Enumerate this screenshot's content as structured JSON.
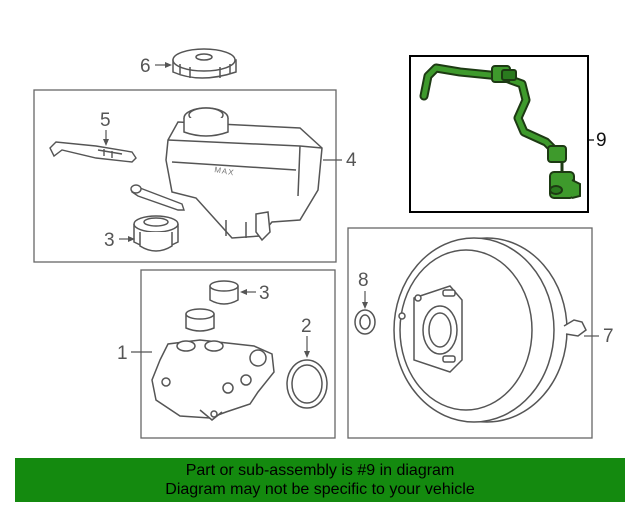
{
  "callouts": {
    "c1": "1",
    "c2": "2",
    "c3a": "3",
    "c3b": "3",
    "c4": "4",
    "c5": "5",
    "c6": "6",
    "c7": "7",
    "c8": "8",
    "c9": "9"
  },
  "labels": {
    "reservoir_stamp": "MAX"
  },
  "banner": {
    "line1": "Part or sub-assembly is #9 in diagram",
    "line2": "Diagram may not be specific to your vehicle"
  },
  "colors": {
    "highlight_part": "#2a7a1e",
    "banner_background": "#148a0f",
    "line_art": "#555555"
  }
}
